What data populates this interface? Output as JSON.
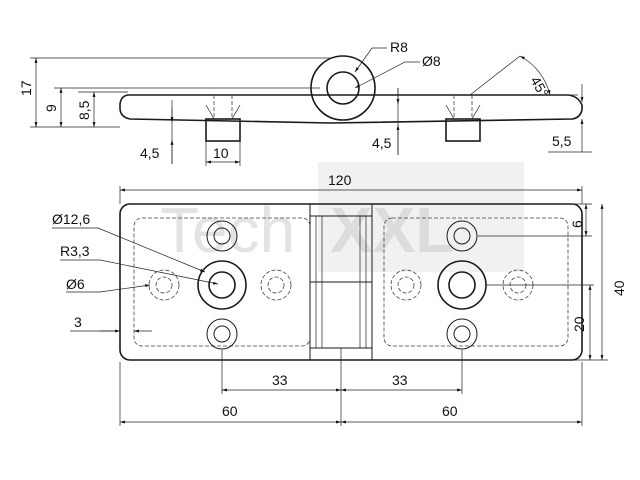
{
  "watermark": {
    "part1": "Tech",
    "part2": "XXL"
  },
  "dims": {
    "r8": "R8",
    "d8": "Ø8",
    "angle45": "45°",
    "h17": "17",
    "h9": "9",
    "h8_5": "8,5",
    "w4_5_left": "4,5",
    "w10": "10",
    "w4_5_right": "4,5",
    "h5_5": "5,5",
    "w120": "120",
    "d12_6": "Ø12,6",
    "r3_3": "R3,3",
    "d6": "Ø6",
    "w3": "3",
    "h6": "6",
    "h40": "40",
    "h20": "20",
    "w33_left": "33",
    "w33_right": "33",
    "w60_left": "60",
    "w60_right": "60"
  }
}
